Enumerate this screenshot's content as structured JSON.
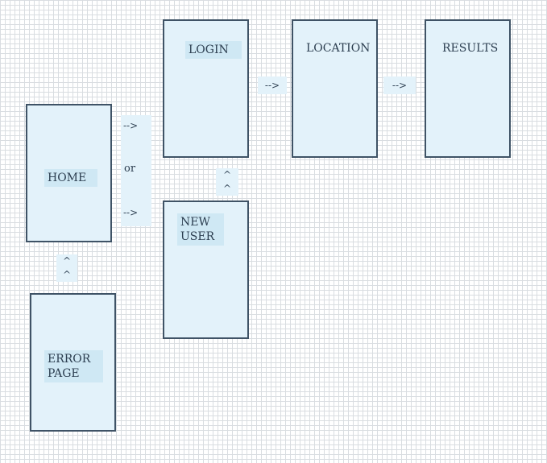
{
  "nodes": {
    "login": "LOGIN",
    "location": "LOCATION",
    "results": "RESULTS",
    "home": "HOME",
    "new_user": "NEW\nUSER",
    "error_page": "ERROR\nPAGE"
  },
  "connectors": {
    "login_to_location": "-->",
    "location_to_results": "-->",
    "home_to_login": "-->",
    "or": "or",
    "home_to_new_user": "-->",
    "new_user_to_login": "^\n^",
    "error_to_home": "^\n^"
  },
  "colors": {
    "box_fill": "#e3f2fa",
    "box_border": "#3f5366",
    "grid": "#d9dde1"
  }
}
